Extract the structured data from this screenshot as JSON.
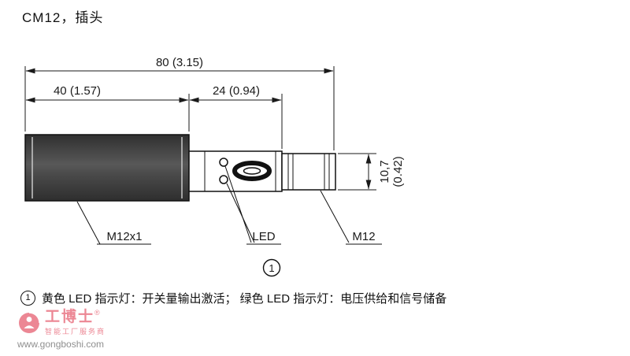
{
  "title": "CM12，插头",
  "drawing": {
    "dims": {
      "total": "80 (3.15)",
      "body": "40 (1.57)",
      "mid": "24 (0.94)",
      "height_mm": "10,7",
      "height_in": "(0.42)"
    },
    "labels": {
      "thread": "M12x1",
      "led": "LED",
      "connector": "M12",
      "callout_number": "1"
    }
  },
  "footnote": {
    "marker_number": "1",
    "text": "黄色 LED 指示灯：开关量输出激活； 绿色 LED 指示灯：电压供给和信号储备"
  },
  "watermark": {
    "brand": "工博士",
    "registered": "®",
    "subtitle": "智能工厂服务商",
    "url": "www.gongboshi.com",
    "brand_color": "#ec8794",
    "url_color": "#8f8f8f"
  },
  "colors": {
    "line": "#1a1a1a",
    "body_fill": "#454545"
  }
}
